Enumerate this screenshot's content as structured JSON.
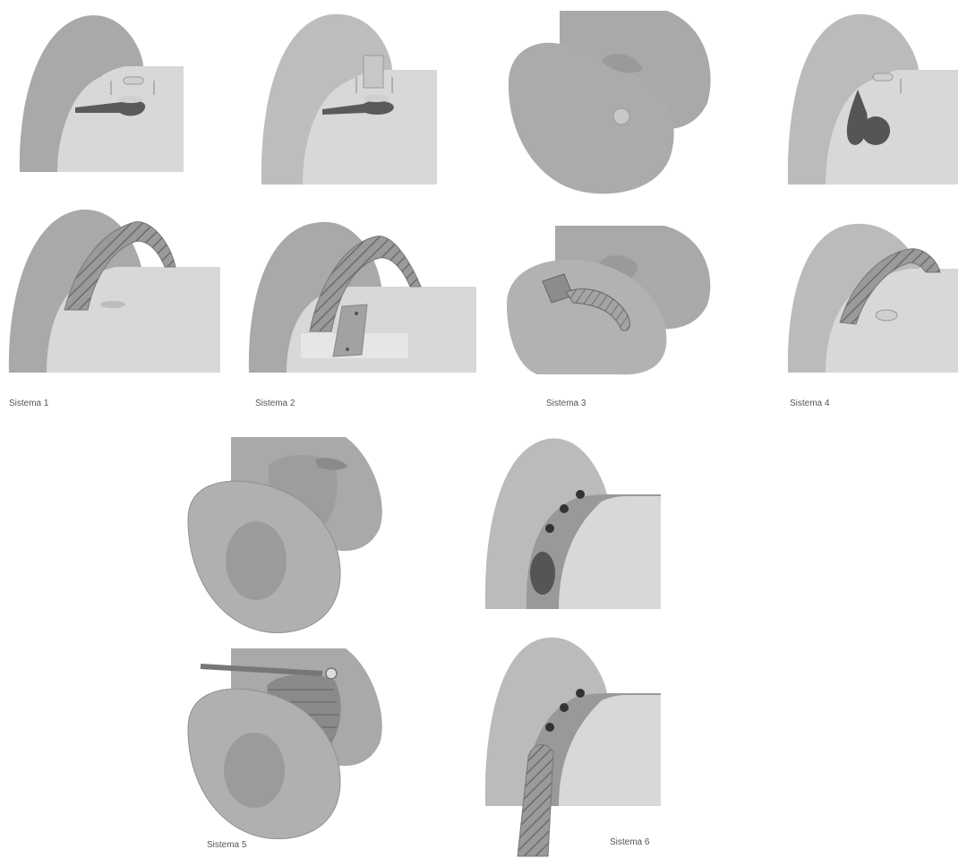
{
  "captions": {
    "s1": "Sistema 1",
    "s2": "Sistema 2",
    "s3": "Sistema 3",
    "s4": "Sistema 4",
    "s5": "Sistema 5",
    "s6": "Sistema 6"
  },
  "palette": {
    "ear_dark": "#a7a7a7",
    "ear_mid": "#b9b9b9",
    "skin_light": "#d6d6d6",
    "plate": "#dcdcdc",
    "dark_part": "#555555",
    "hatch": "#7a7a7a"
  }
}
